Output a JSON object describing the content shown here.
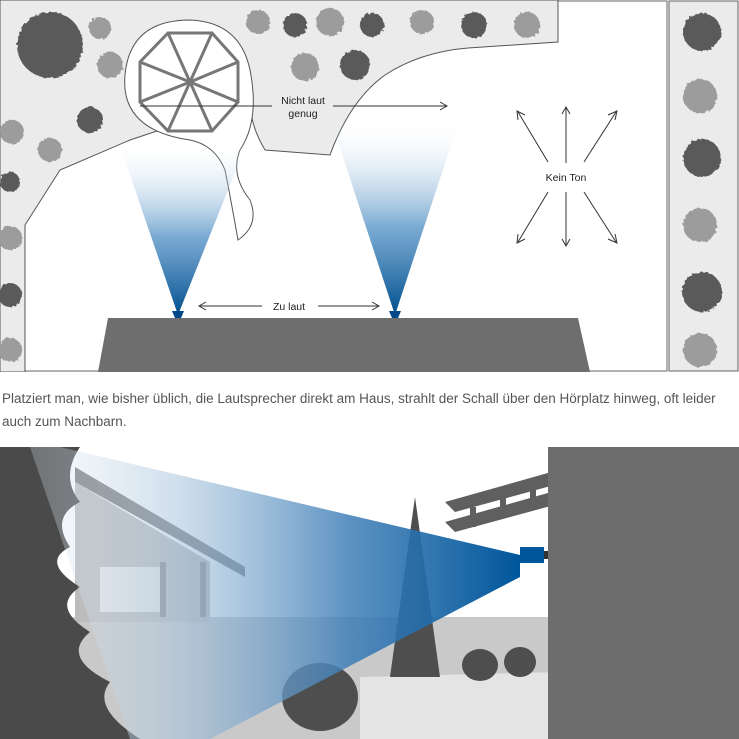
{
  "top_diagram": {
    "labels": {
      "nicht_laut_line1": "Nicht laut",
      "nicht_laut_line2": "genug",
      "zu_laut": "Zu laut",
      "kein_ton": "Kein Ton"
    },
    "colors": {
      "beam": "#005a9c",
      "house": "#6e6e6e",
      "tree_dark": "#5a5a5a",
      "tree_light": "#9a9a9a"
    }
  },
  "caption": {
    "text": "Platziert man, wie bisher üblich, die Lautsprecher direkt am Haus, strahlt der Schall über den Hörplatz hinweg, oft leider auch zum Nachbarn."
  },
  "bottom_illustration": {
    "colors": {
      "beam": "#00569a",
      "wall": "#6d6d6d",
      "foliage": "#555555"
    }
  }
}
